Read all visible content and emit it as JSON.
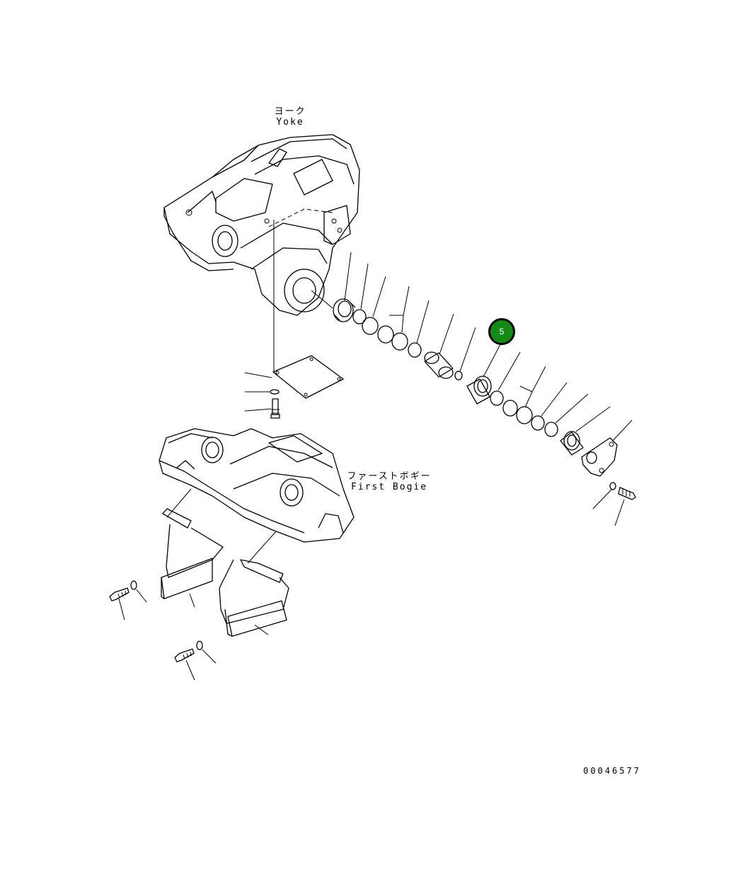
{
  "labels": {
    "yoke_jp": "ヨーク",
    "yoke_en": "Yoke",
    "bogie_jp": "ファーストボギー",
    "bogie_en": "First Bogie",
    "drawing_number": "00046577"
  },
  "callouts": [
    {
      "number": "5",
      "color": "#148a17"
    }
  ]
}
